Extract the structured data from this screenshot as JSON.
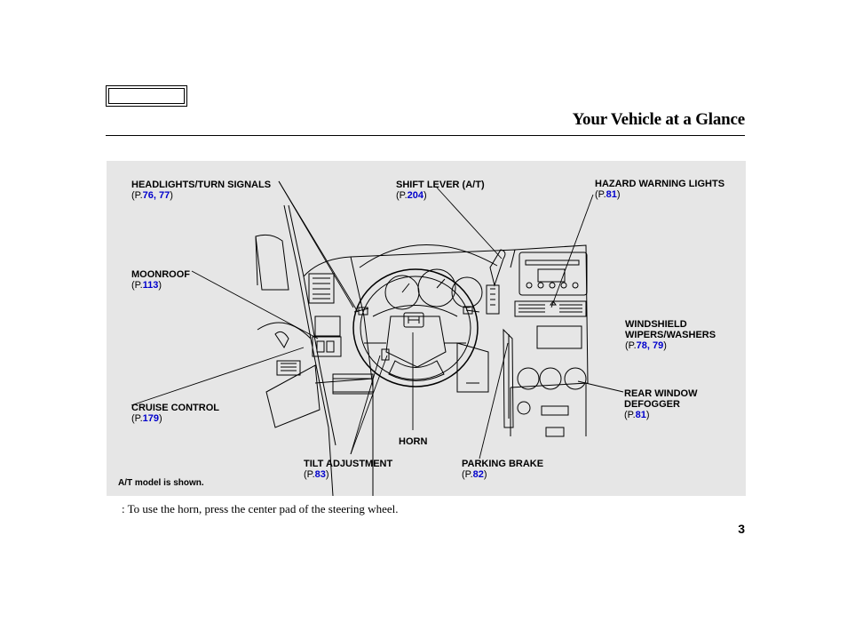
{
  "header": {
    "title": "Your Vehicle at a Glance"
  },
  "callouts": {
    "headlights": {
      "label": "HEADLIGHTS/TURN SIGNALS",
      "ref_prefix": "(P.",
      "ref_num": "76, 77",
      "ref_suffix": ")"
    },
    "shift_lever": {
      "label": "SHIFT LEVER (A/T)",
      "ref_prefix": "(P.",
      "ref_num": "204",
      "ref_suffix": ")"
    },
    "hazard": {
      "label": "HAZARD WARNING LIGHTS",
      "ref_prefix": "(P.",
      "ref_num": "81",
      "ref_suffix": ")"
    },
    "moonroof": {
      "label": "MOONROOF",
      "ref_prefix": "(P.",
      "ref_num": "113",
      "ref_suffix": ")"
    },
    "wipers": {
      "label_line1": "WINDSHIELD",
      "label_line2": "WIPERS/WASHERS",
      "ref_prefix": "(P.",
      "ref_num": "78, 79",
      "ref_suffix": ")"
    },
    "rear_defogger": {
      "label_line1": "REAR WINDOW",
      "label_line2": "DEFOGGER",
      "ref_prefix": "(P.",
      "ref_num": "81",
      "ref_suffix": ")"
    },
    "cruise": {
      "label": "CRUISE CONTROL",
      "ref_prefix": "(P.",
      "ref_num": "179",
      "ref_suffix": ")"
    },
    "horn": {
      "label": "HORN"
    },
    "tilt": {
      "label": "TILT ADJUSTMENT",
      "ref_prefix": "(P.",
      "ref_num": "83",
      "ref_suffix": ")"
    },
    "parking_brake": {
      "label": "PARKING BRAKE",
      "ref_prefix": "(P.",
      "ref_num": "82",
      "ref_suffix": ")"
    }
  },
  "model_note": "A/T model is shown.",
  "footnote": ":  To use the horn, press the center pad of the steering wheel.",
  "page_number": "3"
}
